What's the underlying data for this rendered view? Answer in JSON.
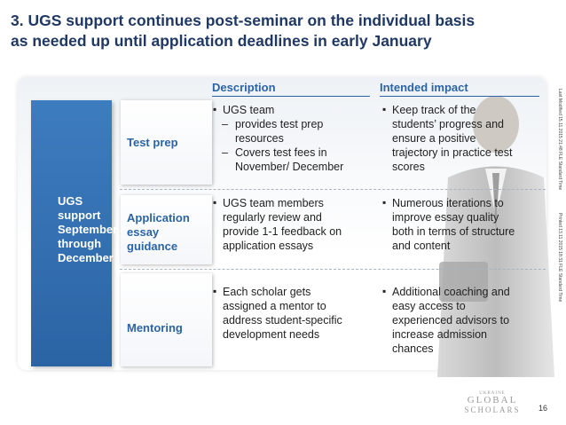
{
  "title": {
    "line1": "3. UGS support continues post-seminar on the individual basis",
    "line2": "as needed up until application deadlines in early January"
  },
  "headers": {
    "description": "Description",
    "impact": "Intended impact"
  },
  "left_label": [
    "UGS",
    "support",
    "September",
    "through",
    "December"
  ],
  "rows": [
    {
      "label": [
        "Test prep"
      ],
      "description": [
        {
          "type": "bullet",
          "text": "UGS team"
        },
        {
          "type": "sub",
          "lines": [
            "provides test prep",
            "resources"
          ]
        },
        {
          "type": "sub",
          "lines": [
            "Covers test fees in",
            "November/ December"
          ]
        }
      ],
      "impact": [
        {
          "type": "bullet",
          "lines": [
            "Keep track of the",
            "students’ progress and",
            "ensure a positive",
            "trajectory in practice test",
            "scores"
          ]
        }
      ]
    },
    {
      "label": [
        "Application",
        "essay",
        "guidance"
      ],
      "description": [
        {
          "type": "bullet",
          "lines": [
            "UGS team members",
            "regularly review and",
            "provide 1-1 feedback on",
            "application essays"
          ]
        }
      ],
      "impact": [
        {
          "type": "bullet",
          "lines": [
            "Numerous iterations to",
            "improve essay quality",
            "both in terms of structure",
            "and content"
          ]
        }
      ]
    },
    {
      "label": [
        "Mentoring"
      ],
      "description": [
        {
          "type": "bullet",
          "lines": [
            "Each scholar gets",
            "assigned a mentor to",
            "address student-specific",
            "development needs"
          ]
        }
      ],
      "impact": [
        {
          "type": "bullet",
          "lines": [
            "Additional coaching and",
            "easy access to",
            "experienced advisors to",
            "increase admission",
            "chances"
          ]
        }
      ]
    }
  ],
  "side_notes": {
    "last_modified": "Last Modified 15.11.2015 21:48 FLE Standard Time",
    "printed": "Printed 13.11.2015 18:31 FLE Standard Time"
  },
  "logo": {
    "line1": "UKRAINE",
    "line2": "GLOBAL",
    "line3": "SCHOLARS"
  },
  "page_number": "16",
  "colors": {
    "title": "#1f3864",
    "accent": "#2b64a5",
    "bar": "#3d7cbf"
  }
}
